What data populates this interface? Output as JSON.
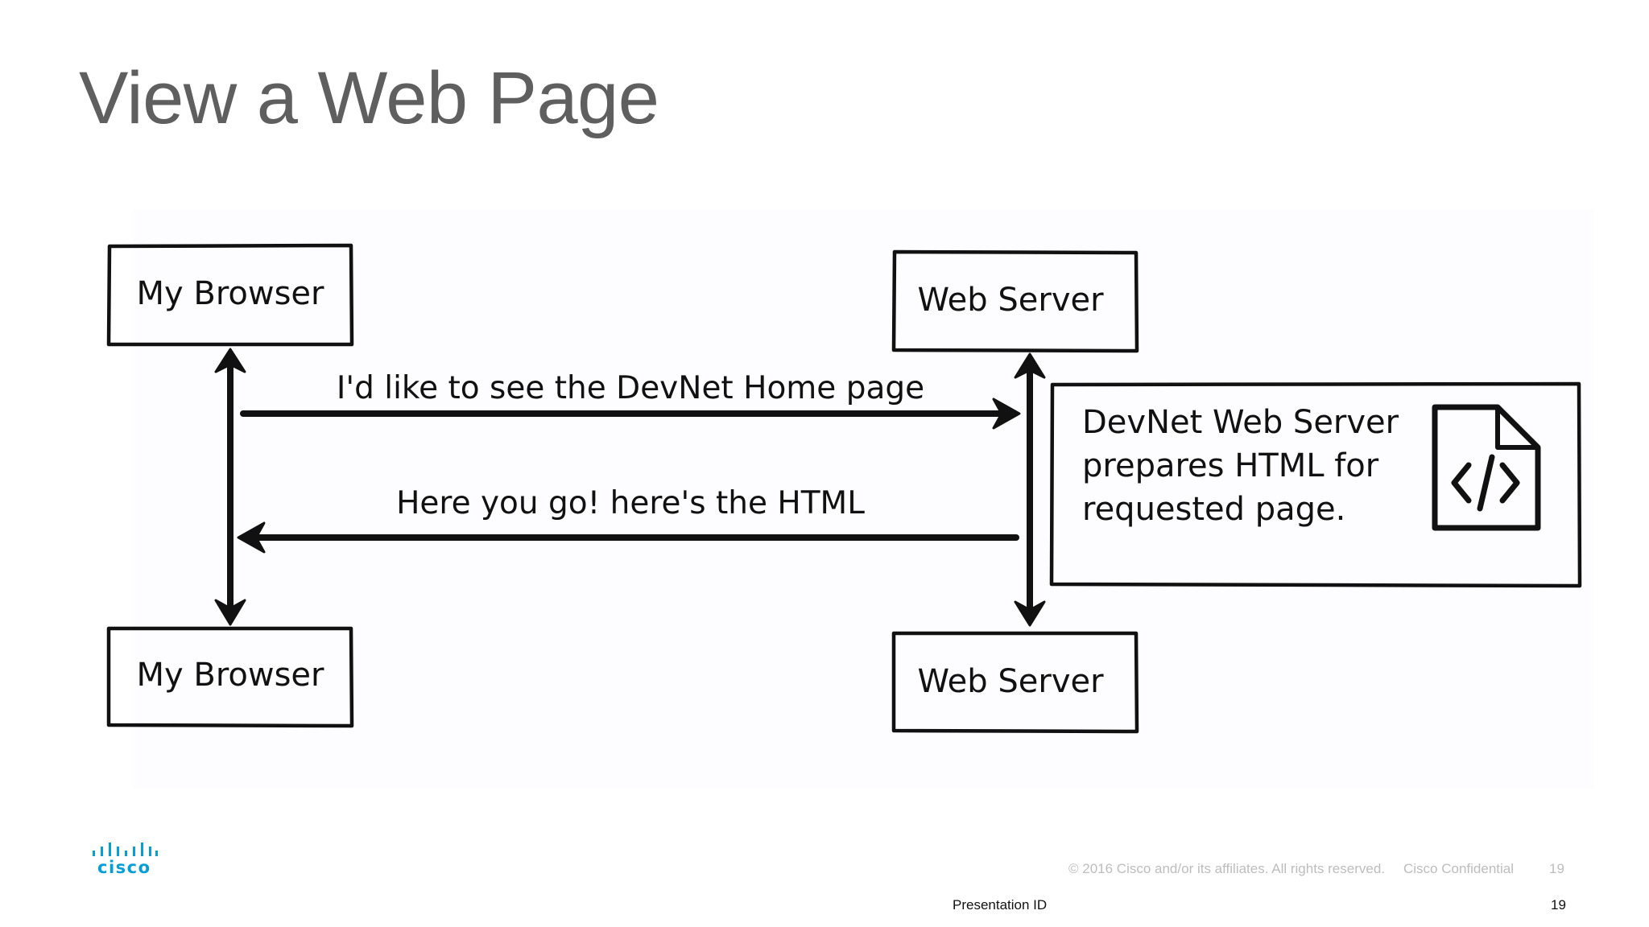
{
  "slide": {
    "title": "View a Web Page"
  },
  "diagram": {
    "nodes": {
      "browser_top": "My Browser",
      "server_top": "Web Server",
      "browser_bottom": "My Browser",
      "server_bottom": "Web Server"
    },
    "messages": {
      "request": "I'd like to see the DevNet Home page",
      "response": "Here you go! here's the HTML"
    },
    "note": {
      "lines": [
        "DevNet Web Server",
        "prepares HTML for",
        "requested page."
      ],
      "icon": "html-file-code-icon"
    }
  },
  "footer": {
    "logo_text": "cisco",
    "copyright": "© 2016  Cisco and/or its affiliates. All rights reserved.",
    "confidential": "Cisco Confidential",
    "page_number_grey": "19",
    "presentation_id": "Presentation ID",
    "page_number": "19"
  },
  "colors": {
    "title": "#5f5f5f",
    "ink": "#111111",
    "cisco_blue": "#049fd9",
    "footer_grey": "#bdbdbd"
  }
}
